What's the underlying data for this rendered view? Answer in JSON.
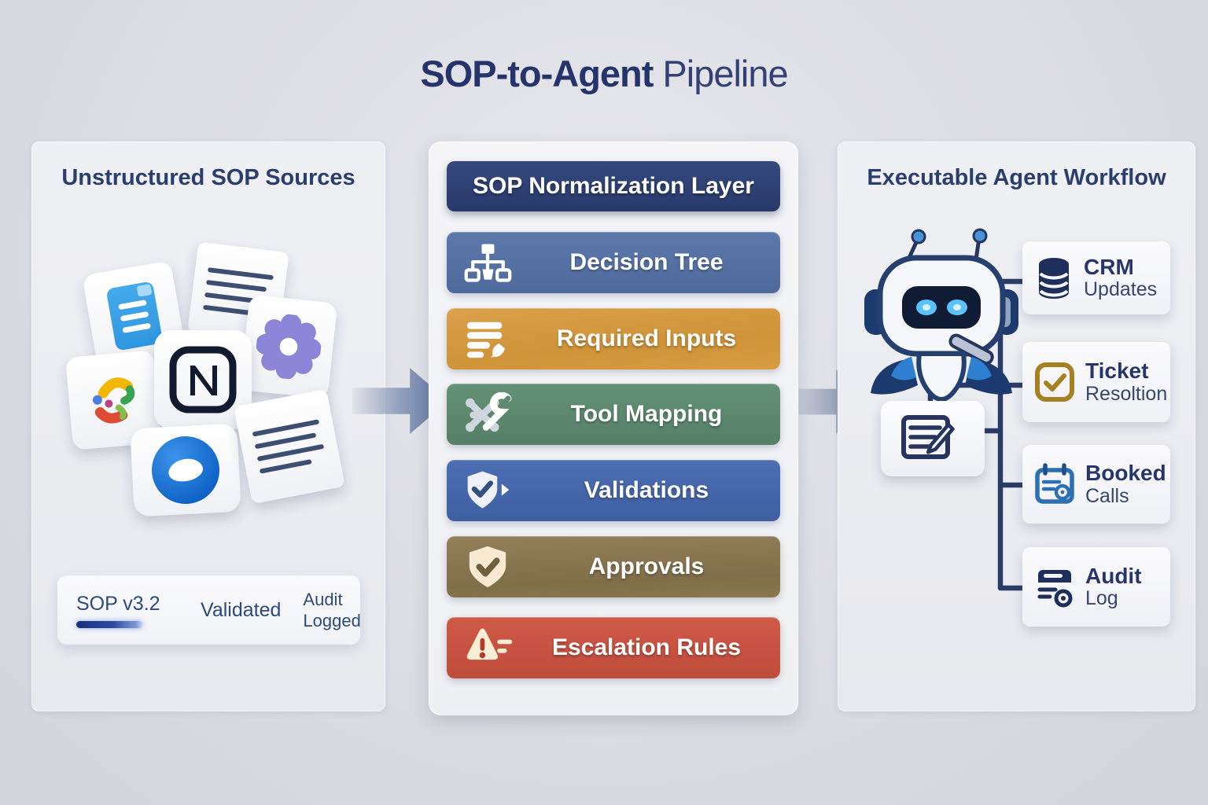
{
  "page": {
    "title_bold": "SOP-to-Agent",
    "title_regular": "Pipeline",
    "title_color": "#25346b",
    "background_color": "#dcdde3"
  },
  "left_panel": {
    "title": "Unstructured SOP Sources",
    "source_icons": [
      "google-docs-icon",
      "text-page-icon",
      "flower-app-icon",
      "google-swirl-icon",
      "notion-icon",
      "chat-app-icon",
      "text-page-icon-2"
    ],
    "badges": {
      "version": "SOP v3.2",
      "validated": "Validated",
      "audit_line1": "Audit",
      "audit_line2": "Logged",
      "progress_color": "#2c4a9e"
    }
  },
  "flow": {
    "arrow_left": "left-to-middle-arrow",
    "arrow_right": "middle-to-right-arrow",
    "arrow_color": "#5f76a2"
  },
  "middle_panel": {
    "header": "SOP Normalization Layer",
    "header_color": "#2d3f71",
    "rows": [
      {
        "label": "Decision Tree",
        "icon": "flowchart-icon",
        "color": "#5674a7"
      },
      {
        "label": "Required Inputs",
        "icon": "document-pen-icon",
        "color": "#d59a40"
      },
      {
        "label": "Tool Mapping",
        "icon": "crossed-tools-icon",
        "color": "#5d8a70"
      },
      {
        "label": "Validations",
        "icon": "shield-check-icon",
        "color": "#4466ad"
      },
      {
        "label": "Approvals",
        "icon": "shield-approve-icon",
        "color": "#8b7852"
      },
      {
        "label": "Escalation Rules",
        "icon": "warning-icon",
        "color": "#c65243"
      }
    ]
  },
  "right_panel": {
    "title": "Executable Agent Workflow",
    "robot_icon": "robot-agent-icon",
    "document_icon": "document-pencil-icon",
    "connector_color": "#2a3c66",
    "outputs": [
      {
        "line1": "CRM",
        "line2": "Updates",
        "icon": "database-icon"
      },
      {
        "line1": "Ticket",
        "line2": "Resoltion",
        "icon": "checkbox-icon"
      },
      {
        "line1": "Booked",
        "line2": "Calls",
        "icon": "calendar-icon"
      },
      {
        "line1": "Audit",
        "line2": "Log",
        "icon": "audit-doc-icon"
      }
    ]
  }
}
